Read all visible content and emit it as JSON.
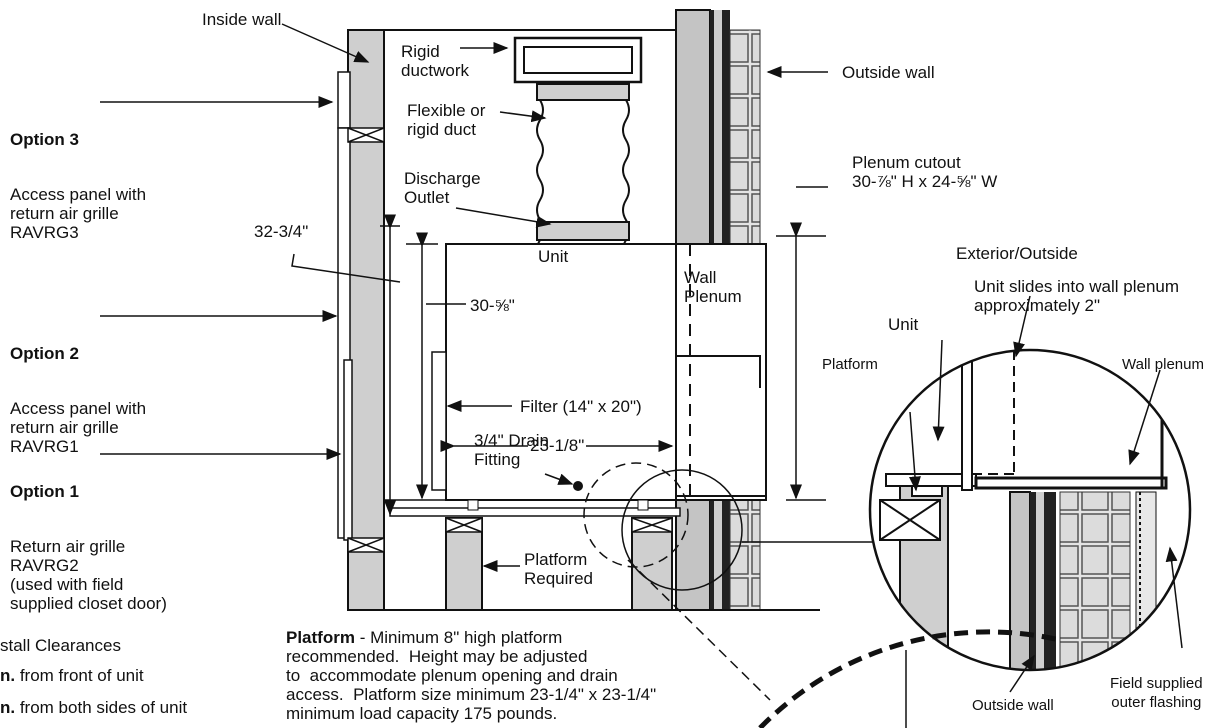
{
  "labels": {
    "inside_wall": "Inside wall",
    "rigid_ductwork": "Rigid\nductwork",
    "outside_wall_top": "Outside wall",
    "flexible_duct": "Flexible or\nrigid duct",
    "discharge_outlet": "Discharge\nOutlet",
    "plenum_cutout": "Plenum cutout\n30-⅞\" H x 24-⅝\" W",
    "dim_32_3_4": "32-3/4\"",
    "unit": "Unit",
    "wall_plenum": "Wall\nPlenum",
    "dim_30_5_8": "30-⅝\"",
    "filter": "Filter (14\" x 20\")",
    "dim_23_1_8": "23-1/8\"",
    "drain_fitting": "3/4\" Drain\nFitting",
    "platform_required": "Platform\nRequired",
    "exterior_outside": "Exterior/Outside",
    "unit_slides": "Unit slides into wall plenum\napproximately 2\"",
    "detail_unit": "Unit",
    "detail_platform": "Platform",
    "detail_wall_plenum": "Wall plenum",
    "detail_outside_wall": "Outside wall",
    "detail_flashing": "Field supplied\nouter flashing"
  },
  "options": [
    {
      "title": "Option 3",
      "desc": "Access panel with\nreturn air grille\nRAVRG3"
    },
    {
      "title": "Option 2",
      "desc": "Access panel with\nreturn air grille\nRAVRG1"
    },
    {
      "title": "Option 1",
      "desc": "Return air grille\nRAVRG2\n(used with field\nsupplied closet door)"
    }
  ],
  "clearances": {
    "title": "stall Clearances",
    "item1_bold": "n.",
    "item1": " from front of unit",
    "item2_bold": "n.",
    "item2": " from both sides of unit"
  },
  "platform_note": {
    "bold": "Platform",
    "text": " - Minimum 8\" high platform\nrecommended.  Height may be adjusted\nto  accommodate plenum opening and drain\naccess.  Platform size minimum 23-1/4\" x 23-1/4\"\nminimum load capacity 175 pounds."
  }
}
